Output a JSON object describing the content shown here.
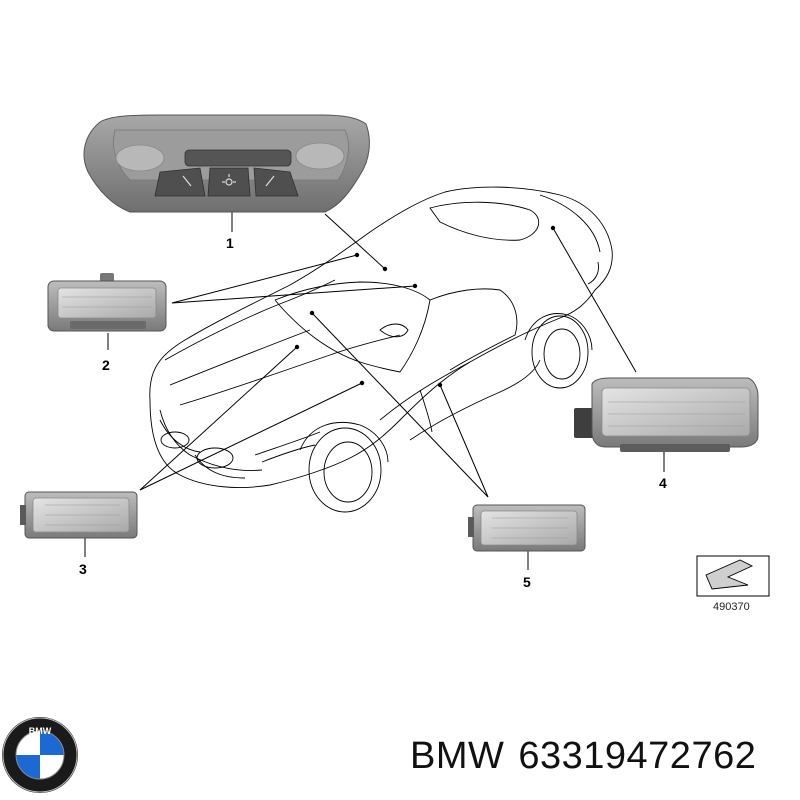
{
  "callouts": {
    "c1": "1",
    "c2": "2",
    "c3": "3",
    "c4": "4",
    "c5": "5"
  },
  "reference_number": "490370",
  "logo": {
    "text": "BMW",
    "colors": {
      "blue": "#1c69d4",
      "ring": "#1a1a1a",
      "white": "#ffffff"
    }
  },
  "caption": {
    "brand": "BMW",
    "part_number": "63319472762"
  },
  "colors": {
    "line": "#000000",
    "part_gray": "#8a8a8a",
    "part_dark": "#4a4a4a",
    "part_light": "#c9c9c9"
  }
}
